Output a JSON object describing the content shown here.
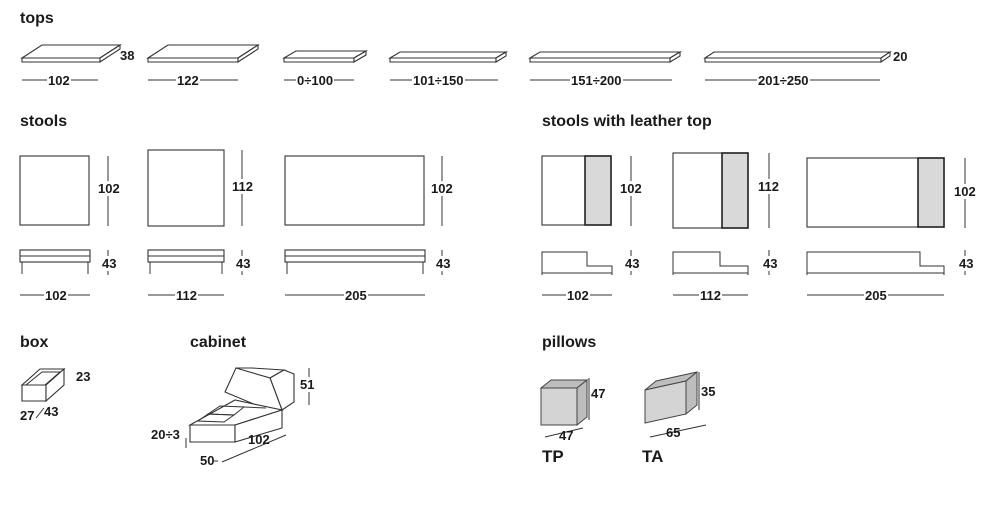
{
  "sections": {
    "tops": "tops",
    "stools": "stools",
    "stools_leather": "stools with leather top",
    "box": "box",
    "cabinet": "cabinet",
    "pillows": "pillows"
  },
  "tops": {
    "thickness": "38",
    "thickness_right": "20",
    "widths": [
      "102",
      "122",
      "0÷100",
      "101÷150",
      "151÷200",
      "201÷250"
    ]
  },
  "stools": {
    "depths": [
      "102",
      "112",
      "102"
    ],
    "heights": [
      "43",
      "43",
      "43"
    ],
    "widths": [
      "102",
      "112",
      "205"
    ]
  },
  "stools_leather": {
    "depths": [
      "102",
      "112",
      "102"
    ],
    "heights": [
      "43",
      "43",
      "43"
    ],
    "widths": [
      "102",
      "112",
      "205"
    ]
  },
  "box": {
    "height": "23",
    "depth": "27",
    "width": "43"
  },
  "cabinet": {
    "height": "51",
    "small_height": "20÷3",
    "length": "102",
    "width": "50"
  },
  "pillows": {
    "tp": {
      "height": "47",
      "width": "47",
      "label": "TP"
    },
    "ta": {
      "height": "35",
      "width": "65",
      "label": "TA"
    }
  }
}
